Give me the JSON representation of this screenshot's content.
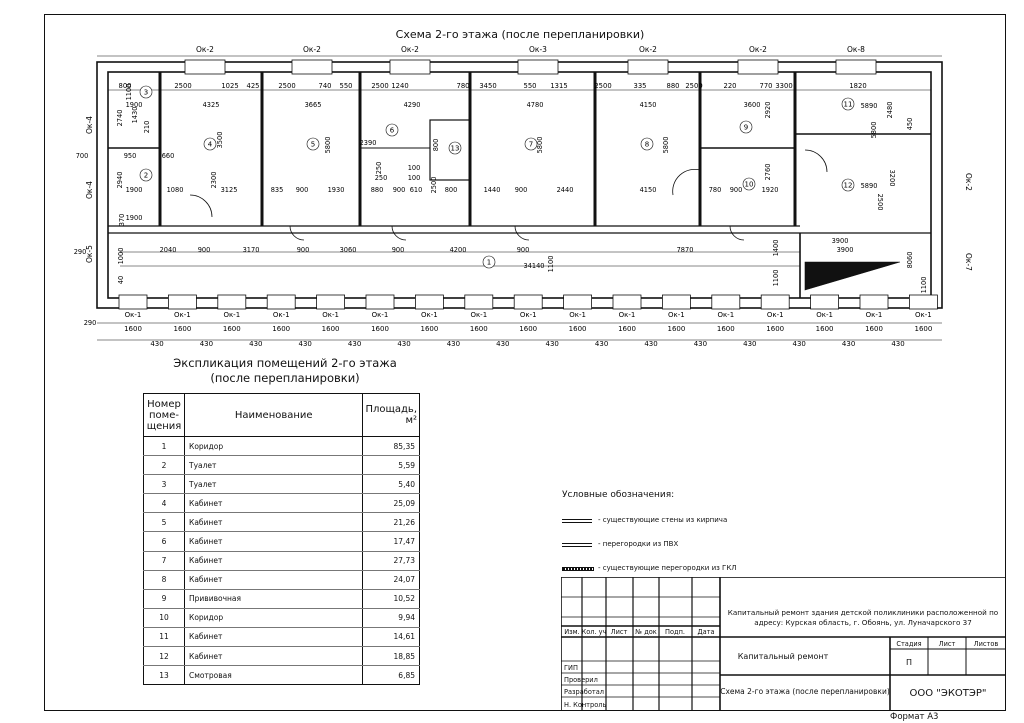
{
  "plan": {
    "title": "Схема 2-го этажа (после перепланировки)",
    "windows_top": [
      "Ок-2",
      "Ок-2",
      "Ок-2",
      "Ок-3",
      "Ок-2",
      "Ок-2",
      "Ок-8"
    ],
    "windows_bottom": "Ок-1",
    "windows_left": [
      "Ок-4",
      "Ок-4",
      "Ок-5"
    ],
    "windows_right": [
      "Ок-2",
      "Ок-7"
    ],
    "bottom_spans": [
      "1600",
      "430"
    ],
    "dims_top": [
      "800",
      "2500",
      "1025",
      "425",
      "2500",
      "740",
      "550",
      "2500",
      "1240",
      "780",
      "3450",
      "550",
      "1315",
      "2500",
      "335",
      "880",
      "2500",
      "220",
      "770",
      "3300",
      "1820"
    ],
    "dims_room": [
      "4325",
      "3665",
      "4290",
      "4780",
      "4150",
      "3600",
      "5890",
      "5890",
      "4150",
      "2390",
      "1920",
      "1440",
      "900",
      "2440",
      "835",
      "900",
      "1930",
      "880",
      "900",
      "610",
      "800",
      "1080",
      "3125",
      "1900",
      "950",
      "660",
      "1900",
      "780",
      "900",
      "3200",
      "2500",
      "3500",
      "5800",
      "5800",
      "5800",
      "5800",
      "3900",
      "2920",
      "2760",
      "2480",
      "450",
      "2500",
      "370",
      "1100",
      "1430",
      "210",
      "2740",
      "2940",
      "1900",
      "250",
      "100",
      "100",
      "800",
      "250",
      "2300",
      "1400",
      "1100",
      "7870",
      "34140",
      "2040",
      "900",
      "3170",
      "900",
      "3060",
      "900",
      "4200",
      "900",
      "3900",
      "8060",
      "1100",
      "700",
      "290",
      "290",
      "40",
      "1000",
      "1100",
      "2500"
    ],
    "room_numbers": [
      "1",
      "2",
      "3",
      "4",
      "5",
      "6",
      "7",
      "8",
      "9",
      "10",
      "11",
      "12",
      "13"
    ]
  },
  "explication": {
    "title_line1": "Экспликация помещений 2-го этажа",
    "title_line2": "(после перепланировки)",
    "headers": {
      "num": "Номер поме-щения",
      "name": "Наименование",
      "area": "Площадь, м²"
    },
    "rows": [
      {
        "n": "1",
        "name": "Коридор",
        "area": "85,35"
      },
      {
        "n": "2",
        "name": "Туалет",
        "area": "5,59"
      },
      {
        "n": "3",
        "name": "Туалет",
        "area": "5,40"
      },
      {
        "n": "4",
        "name": "Кабинет",
        "area": "25,09"
      },
      {
        "n": "5",
        "name": "Кабинет",
        "area": "21,26"
      },
      {
        "n": "6",
        "name": "Кабинет",
        "area": "17,47"
      },
      {
        "n": "7",
        "name": "Кабинет",
        "area": "27,73"
      },
      {
        "n": "8",
        "name": "Кабинет",
        "area": "24,07"
      },
      {
        "n": "9",
        "name": "Прививочная",
        "area": "10,52"
      },
      {
        "n": "10",
        "name": "Коридор",
        "area": "9,94"
      },
      {
        "n": "11",
        "name": "Кабинет",
        "area": "14,61"
      },
      {
        "n": "12",
        "name": "Кабинет",
        "area": "18,85"
      },
      {
        "n": "13",
        "name": "Смотровая",
        "area": "6,85"
      }
    ]
  },
  "legend": {
    "title": "Условные обозначения:",
    "items": [
      {
        "label": "- существующие стены из кирпича"
      },
      {
        "label": "- перегородки из ПВХ"
      },
      {
        "label": "- существующие перегородки из ГКЛ"
      }
    ]
  },
  "stamp": {
    "cols": [
      "Изм.",
      "Кол. уч",
      "Лист",
      "№ док",
      "Подп.",
      "Дата"
    ],
    "roles": [
      "ГИП",
      "Проверил",
      "Разработал",
      "Н. Контроль"
    ],
    "project": "Капитальный ремонт здания детской поликлиники расположенной по адресу: Курская область, г. Обоянь, ул. Луначарского 37",
    "work_type": "Капитальный ремонт",
    "stage_header": "Стадия",
    "sheet_header": "Лист",
    "sheets_header": "Листов",
    "stage": "П",
    "drawing_name": "Схема 2-го этажа (после перепланировки)",
    "company": "ООО \"ЭКОТЭР\""
  },
  "format": "Формат А3"
}
